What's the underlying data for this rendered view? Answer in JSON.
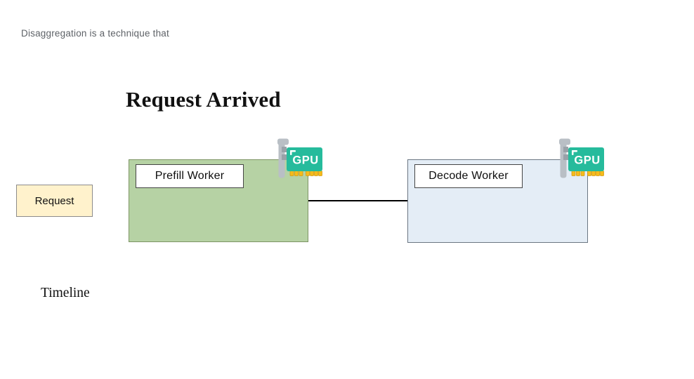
{
  "header": {
    "caption": "Disaggregation is a technique that",
    "title": "Request Arrived"
  },
  "diagram": {
    "request_node": {
      "label": "Request"
    },
    "prefill_node": {
      "label": "Prefill Worker"
    },
    "decode_node": {
      "label": "Decode Worker"
    },
    "gpu_icon_label": "GPU",
    "timeline_label": "Timeline"
  },
  "colors": {
    "caption_text": "#5E6267",
    "title_text": "#111111",
    "request_fill": "#FFF2CC",
    "request_border": "#8C8C8C",
    "prefill_fill": "#B6D2A4",
    "prefill_border": "#7D9465",
    "decode_fill": "#E4EDF6",
    "decode_border": "#6B7682",
    "worker_label_border": "#454545",
    "connector_line": "#000000",
    "gpu_body": "#26BB9C",
    "gpu_bracket": "#B9BFC5",
    "gpu_bracket_tab": "#99A1A8",
    "gpu_pin": "#F6BB1A",
    "gpu_pin_outline": "#D49B12",
    "gpu_text": "#FFFFFF"
  }
}
